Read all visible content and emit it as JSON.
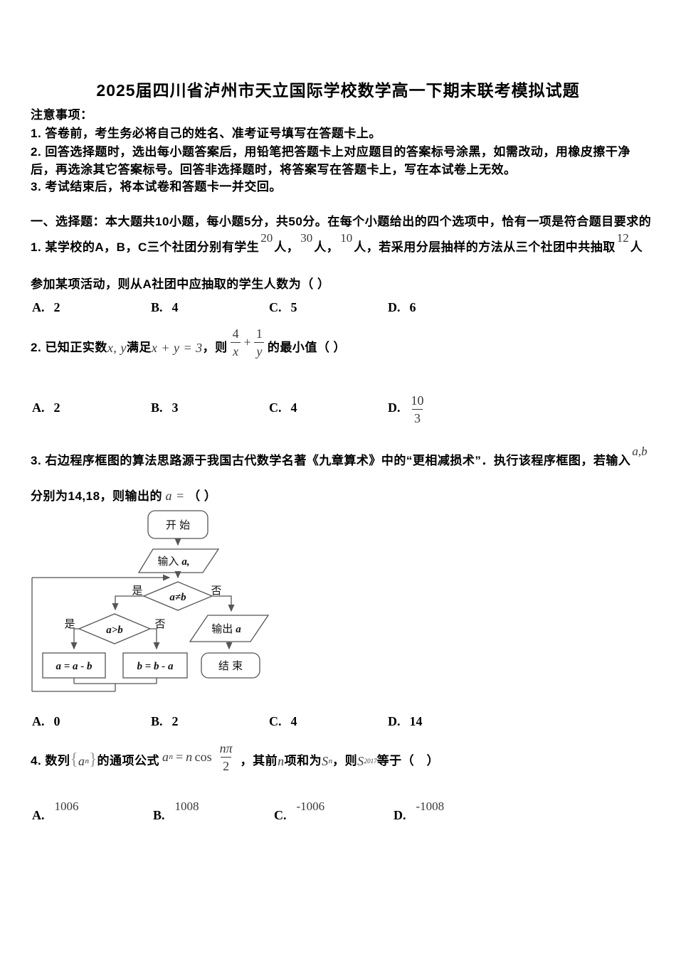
{
  "colors": {
    "paper": "#ffffff",
    "text": "#000000",
    "formula": "#3a3a3a",
    "flowline": "#555555"
  },
  "title": "2025届四川省泸州市天立国际学校数学高一下期末联考模拟试题",
  "notice": {
    "heading": "注意事项：",
    "item1": "1. 答卷前，考生务必将自己的姓名、准考证号填写在答题卡上。",
    "item2": "2. 回答选择题时，选出每小题答案后，用铅笔把答题卡上对应题目的答案标号涂黑，如需改动，用橡皮擦干净后，再选涂其它答案标号。回答非选择题时，将答案写在答题卡上，写在本试卷上无效。",
    "item3": "3. 考试结束后，将本试卷和答题卡一并交回。"
  },
  "section": {
    "heading": "一、选择题：本大题共10小题，每小题5分，共50分。在每个小题给出的四个选项中，恰有一项是符合题目要求的"
  },
  "q1": {
    "t1": "1. 某学校的A，B，C三个社团分别有学生",
    "n1": "20",
    "t2": "人，",
    "n2": "30",
    "t3": "人，",
    "n3": "10",
    "t4": "人，若采用分层抽样的方法从三个社团中共抽取",
    "n4": "12",
    "t5": "人",
    "line2": "参加某项活动，则从A社团中应抽取的学生人数为（ ）",
    "options": [
      {
        "label": "A.",
        "value": "2"
      },
      {
        "label": "B.",
        "value": "4"
      },
      {
        "label": "C.",
        "value": "5"
      },
      {
        "label": "D.",
        "value": "6"
      }
    ]
  },
  "q2": {
    "t1": "2. 已知正实数",
    "v1": "x, y",
    "t2": "满足",
    "v2": "x + y = 3",
    "t3": "，则",
    "f1_num": "4",
    "f1_den": "x",
    "plus": "+",
    "f2_num": "1",
    "f2_den": "y",
    "t4": "的最小值（ ）",
    "options": [
      {
        "label": "A.",
        "value": "2"
      },
      {
        "label": "B.",
        "value": "3"
      },
      {
        "label": "C.",
        "value": "4"
      },
      {
        "label": "D.",
        "frac_num": "10",
        "frac_den": "3"
      }
    ]
  },
  "q3": {
    "t1": "3. 右边程序框图的算法思路源于我国古代数学名著《九章算术》中的“更相减损术”．执行该程序框图，若输入",
    "sup1": "a,b",
    "t2": "分别为14,18，则输出的",
    "v1": "a =",
    "t3": "（ ）",
    "options": [
      {
        "label": "A.",
        "value": "0"
      },
      {
        "label": "B.",
        "value": "2"
      },
      {
        "label": "C.",
        "value": "4"
      },
      {
        "label": "D.",
        "value": "14"
      }
    ]
  },
  "flowchart": {
    "start": "开 始",
    "input_text": "输入",
    "input_var": "a,",
    "cond1": "a≠b",
    "cond2": "a>b",
    "yes1": "是",
    "no1": "否",
    "yes2": "是",
    "no2": "否",
    "box1": "a = a - b",
    "box2": "b = b - a",
    "output_text": "输出",
    "output_var": "a",
    "end": "结 束"
  },
  "q4": {
    "t1": "4. 数列",
    "brace_l": "{",
    "seq_var": "a",
    "seq_sub": "n",
    "brace_r": "}",
    "t2": "的通项公式",
    "f_var": "a",
    "f_sub": "n",
    "f_eq": "=",
    "f_n": "n",
    "f_cos": "cos",
    "f_num": "nπ",
    "f_den": "2",
    "t3": "，其前",
    "v1": "n",
    "t4": "项和为",
    "s1": "S",
    "s1_sub": "n",
    "t5": "，则",
    "s2": "S",
    "s2_sub": "2017",
    "t6": "等于（　）",
    "options": [
      {
        "label": "A.",
        "value": "1006"
      },
      {
        "label": "B.",
        "value": "1008"
      },
      {
        "label": "C.",
        "value": "-1006"
      },
      {
        "label": "D.",
        "value": "-1008"
      }
    ]
  }
}
